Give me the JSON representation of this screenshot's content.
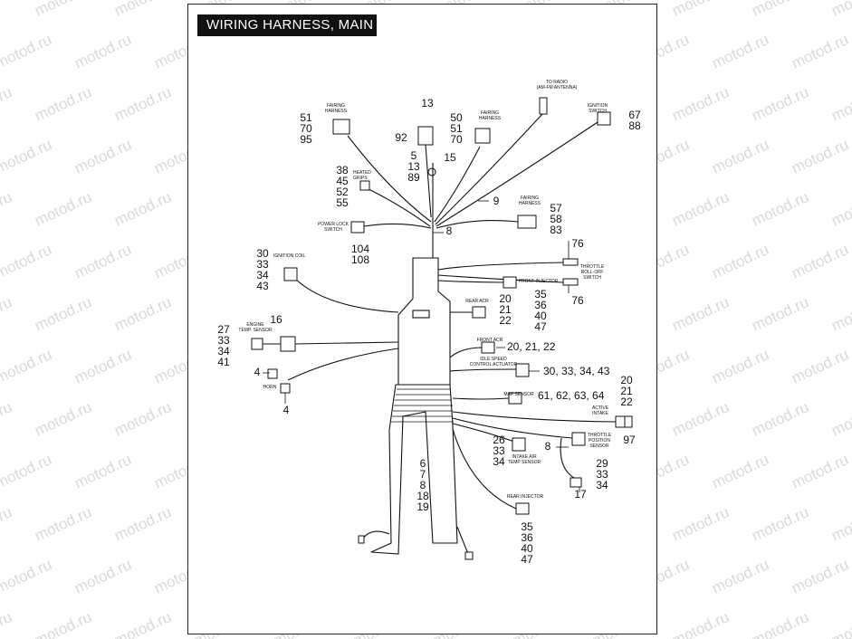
{
  "title": "WIRING HARNESS,   MAIN",
  "watermark": "motod.ru",
  "colors": {
    "title_bg": "#111111",
    "title_fg": "#ffffff",
    "line": "#111111",
    "watermark": "#d9d9d9"
  },
  "labels": [
    {
      "id": "to-radio",
      "lines": [
        "TO RADIO",
        "(AM-FM ANTENNA)"
      ]
    },
    {
      "id": "fairing-harness-left",
      "lines": [
        "FAIRING",
        "HARNESS"
      ]
    },
    {
      "id": "fairing-harness-center",
      "lines": [
        "FAIRING",
        "HARNESS"
      ]
    },
    {
      "id": "ignition-switch",
      "lines": [
        "IGNITION",
        "SWITCH"
      ]
    },
    {
      "id": "heated-grips",
      "lines": [
        "HEATED",
        "GRIPS"
      ]
    },
    {
      "id": "fairing-harness-right",
      "lines": [
        "FAIRING",
        "HARNESS"
      ]
    },
    {
      "id": "power-lock-switch",
      "lines": [
        "POWER LOCK",
        "SWITCH"
      ]
    },
    {
      "id": "ignition-coil",
      "lines": [
        "IGNITION COIL"
      ]
    },
    {
      "id": "front-injector",
      "lines": [
        "FRONT INJECTOR"
      ]
    },
    {
      "id": "throttle-roll-off",
      "lines": [
        "THROTTLE",
        "ROLL-OFF",
        "SWITCH"
      ]
    },
    {
      "id": "rear-acr",
      "lines": [
        "REAR ACR"
      ]
    },
    {
      "id": "engine-temp",
      "lines": [
        "ENGINE",
        "TEMP. SENSOR"
      ]
    },
    {
      "id": "front-acr",
      "lines": [
        "FRONT ACR"
      ]
    },
    {
      "id": "idle-speed",
      "lines": [
        "IDLE SPEED",
        "CONTROL ACTUATOR"
      ]
    },
    {
      "id": "horn",
      "lines": [
        "HORN"
      ]
    },
    {
      "id": "map-sensor",
      "lines": [
        "MAP SENSOR"
      ]
    },
    {
      "id": "active-intake",
      "lines": [
        "ACTIVE",
        "INTAKE"
      ]
    },
    {
      "id": "tps",
      "lines": [
        "THROTTLE",
        "POSITION",
        "SENSOR"
      ]
    },
    {
      "id": "iat",
      "lines": [
        "INTAKE AIR",
        "TEMP SENSOR"
      ]
    },
    {
      "id": "rear-injector",
      "lines": [
        "REAR INJECTOR"
      ]
    }
  ],
  "callouts": [
    {
      "id": "c-left-fairing",
      "lines": [
        "51",
        "70",
        "95"
      ]
    },
    {
      "id": "c-13",
      "lines": [
        "13"
      ]
    },
    {
      "id": "c-92",
      "lines": [
        "92"
      ]
    },
    {
      "id": "c-5-13-89",
      "lines": [
        "5",
        "13",
        "89"
      ]
    },
    {
      "id": "c-15",
      "lines": [
        "15"
      ]
    },
    {
      "id": "c-center-fairing",
      "lines": [
        "50",
        "51",
        "70"
      ]
    },
    {
      "id": "c-ignition-switch",
      "lines": [
        "67",
        "88"
      ]
    },
    {
      "id": "c-heated-grips",
      "lines": [
        "38",
        "45",
        "52",
        "55"
      ]
    },
    {
      "id": "c-9",
      "lines": [
        "9"
      ]
    },
    {
      "id": "c-right-fairing",
      "lines": [
        "57",
        "58",
        "83"
      ]
    },
    {
      "id": "c-8-top",
      "lines": [
        "8"
      ]
    },
    {
      "id": "c-power-lock",
      "lines": [
        "104",
        "108"
      ]
    },
    {
      "id": "c-ignition-coil",
      "lines": [
        "30",
        "33",
        "34",
        "43"
      ]
    },
    {
      "id": "c-76-top",
      "lines": [
        "76"
      ]
    },
    {
      "id": "c-76-bottom",
      "lines": [
        "76"
      ]
    },
    {
      "id": "c-front-injector",
      "lines": [
        "35",
        "36",
        "40",
        "47"
      ]
    },
    {
      "id": "c-rear-acr",
      "lines": [
        "20",
        "21",
        "22"
      ]
    },
    {
      "id": "c-16",
      "lines": [
        "16"
      ]
    },
    {
      "id": "c-engine-temp",
      "lines": [
        "27",
        "33",
        "34",
        "41"
      ]
    },
    {
      "id": "c-front-acr",
      "lines": [
        "20, 21, 22"
      ]
    },
    {
      "id": "c-idle-speed",
      "lines": [
        "30, 33, 34, 43"
      ]
    },
    {
      "id": "c-4-top",
      "lines": [
        "4"
      ]
    },
    {
      "id": "c-4-bottom",
      "lines": [
        "4"
      ]
    },
    {
      "id": "c-active-intake",
      "lines": [
        "20",
        "21",
        "22"
      ]
    },
    {
      "id": "c-map",
      "lines": [
        "61, 62, 63, 64"
      ]
    },
    {
      "id": "c-97",
      "lines": [
        "97"
      ]
    },
    {
      "id": "c-iat",
      "lines": [
        "26",
        "33",
        "34"
      ]
    },
    {
      "id": "c-8-bottom",
      "lines": [
        "8"
      ]
    },
    {
      "id": "c-tps",
      "lines": [
        "29",
        "33",
        "34"
      ]
    },
    {
      "id": "c-17",
      "lines": [
        "17"
      ]
    },
    {
      "id": "c-body",
      "lines": [
        "6",
        "7",
        "8",
        "18",
        "19"
      ]
    },
    {
      "id": "c-rear-injector",
      "lines": [
        "35",
        "36",
        "40",
        "47"
      ]
    }
  ]
}
